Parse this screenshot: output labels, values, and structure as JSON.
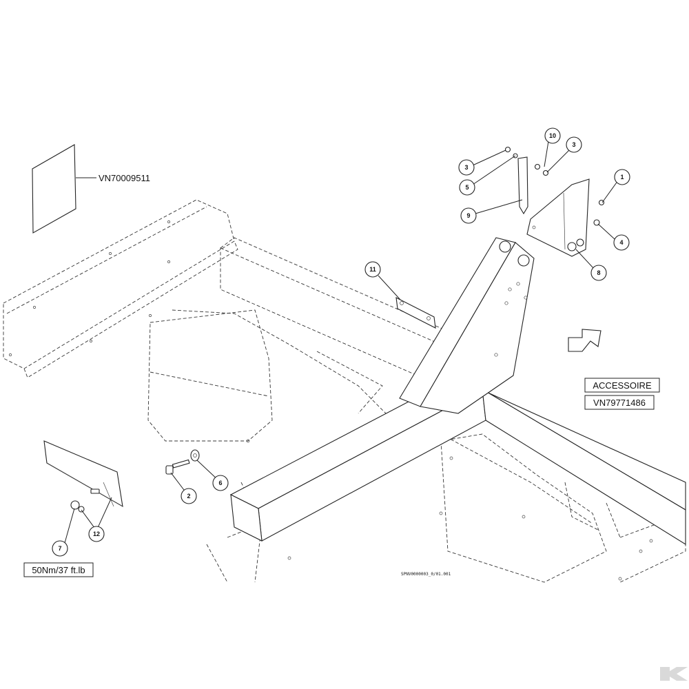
{
  "labels": {
    "manual_ref": "VN70009511",
    "accessory_title": "ACCESSOIRE",
    "accessory_ref": "VN79771486",
    "torque": "50Nm/37 ft.lb",
    "drawing_ref": "SPNV0000003_0/01.001"
  },
  "callouts": [
    "1",
    "2",
    "3",
    "3",
    "4",
    "5",
    "6",
    "7",
    "8",
    "9",
    "10",
    "11",
    "12"
  ],
  "colors": {
    "line": "#222222",
    "background": "#ffffff",
    "logo": "#d9d9d9"
  },
  "icons": {
    "direction": "arrow-icon",
    "brand": "brand-logo-icon"
  }
}
